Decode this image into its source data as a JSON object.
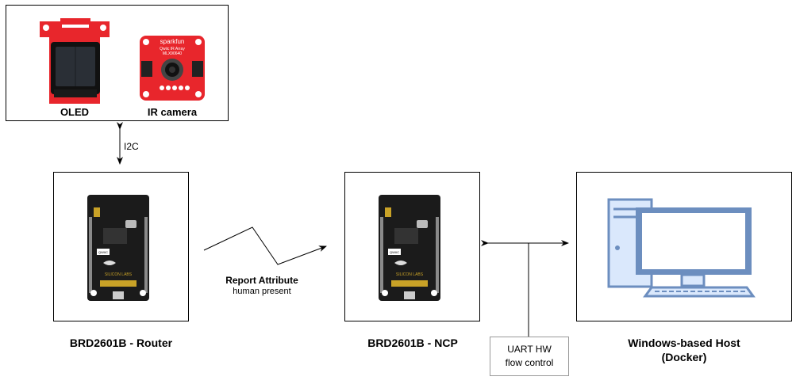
{
  "peripherals": {
    "oled_label": "OLED",
    "ir_label": "IR camera",
    "ir_board_text": "sparkfun",
    "ir_board_subtext": "Qwiic IR Array",
    "ir_board_model": "MLX90640"
  },
  "links": {
    "i2c_label": "I2C",
    "report_title": "Report Attribute",
    "report_sub": "human present",
    "uart_line1": "UART HW",
    "uart_line2": "flow control"
  },
  "nodes": {
    "router_label": "BRD2601B - Router",
    "ncp_label": "BRD2601B - NCP",
    "host_line1": "Windows-based Host",
    "host_line2": "(Docker)"
  },
  "board": {
    "silicon_text": "SILICON LABS",
    "qwiic_text": "QWIIC"
  },
  "colors": {
    "red_board": "#e8262c",
    "dark_board": "#1b1b1b",
    "computer_fill": "#dae8fc",
    "computer_stroke": "#6c8ebf"
  }
}
